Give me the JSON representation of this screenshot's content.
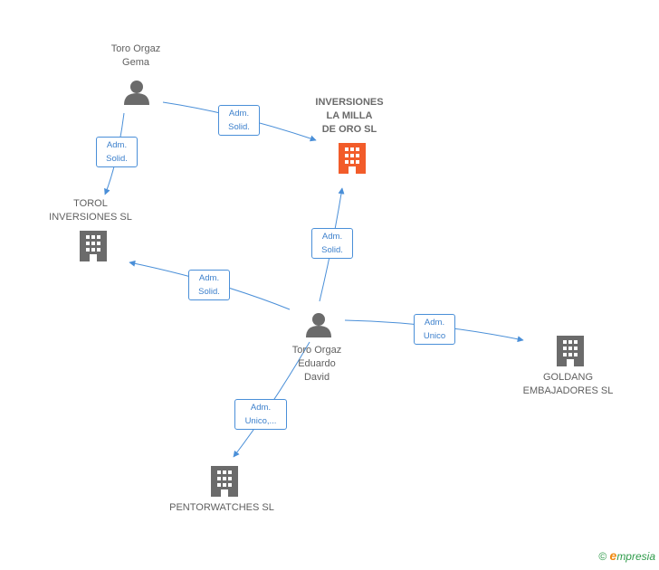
{
  "colors": {
    "edge": "#4a8fd8",
    "building_main": "#f25c2a",
    "building": "#6b6b6b",
    "person": "#6b6b6b"
  },
  "nodes": {
    "toro_orgaz_gema": {
      "label": "Toro Orgaz\nGema",
      "icon": "person-icon"
    },
    "inversiones_la_milla": {
      "label": "INVERSIONES\nLA MILLA\nDE ORO SL",
      "icon": "building-icon"
    },
    "torol_inversiones": {
      "label": "TOROL\nINVERSIONES SL",
      "icon": "building-icon"
    },
    "toro_orgaz_eduardo": {
      "label": "Toro Orgaz\nEduardo\nDavid",
      "icon": "person-icon"
    },
    "goldang": {
      "label": "GOLDANG\nEMBAJADORES SL",
      "icon": "building-icon"
    },
    "pentorwatches": {
      "label": "PENTORWATCHES SL",
      "icon": "building-icon"
    }
  },
  "edges": {
    "gema_to_milla": "Adm.\nSolid.",
    "gema_to_torol": "Adm.\nSolid.",
    "eduardo_to_milla": "Adm.\nSolid.",
    "eduardo_to_torol": "Adm.\nSolid.",
    "eduardo_to_goldang": "Adm.\nUnico",
    "eduardo_to_pentor": "Adm.\nUnico,..."
  },
  "brand": {
    "copyright": "©",
    "e": "e",
    "rest": "mpresia"
  }
}
